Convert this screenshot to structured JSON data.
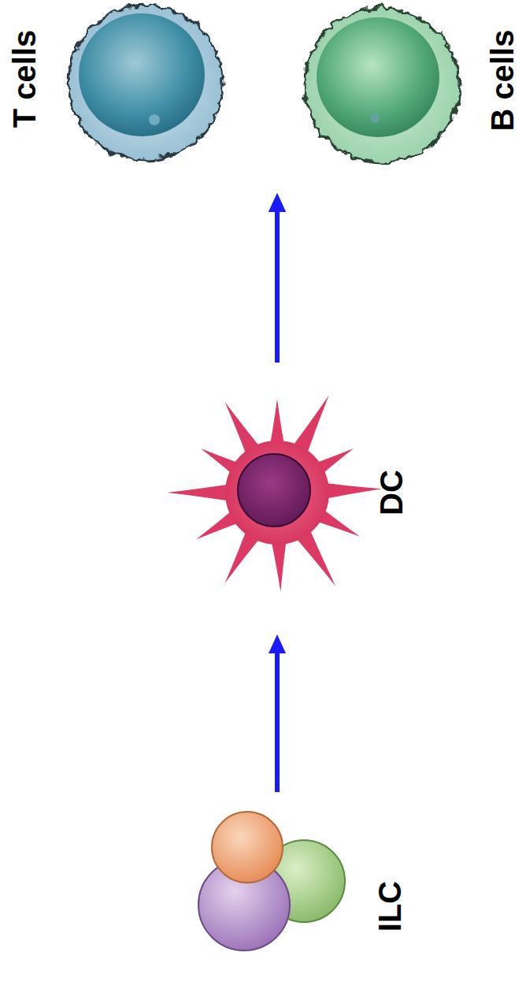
{
  "diagram": {
    "nodes": [
      {
        "text": [
          "ILC"
        ]
      },
      {
        "text": [
          "DC"
        ]
      },
      {
        "text": [
          "T cells"
        ]
      },
      {
        "text": [
          "B cells"
        ]
      }
    ],
    "edges": [
      {
        "from": 0,
        "to": 1,
        "arrow": "to"
      },
      {
        "from": 1,
        "to": 2,
        "arrow": "to"
      },
      {
        "from": 1,
        "to": 3,
        "arrow": "to"
      }
    ]
  }
}
